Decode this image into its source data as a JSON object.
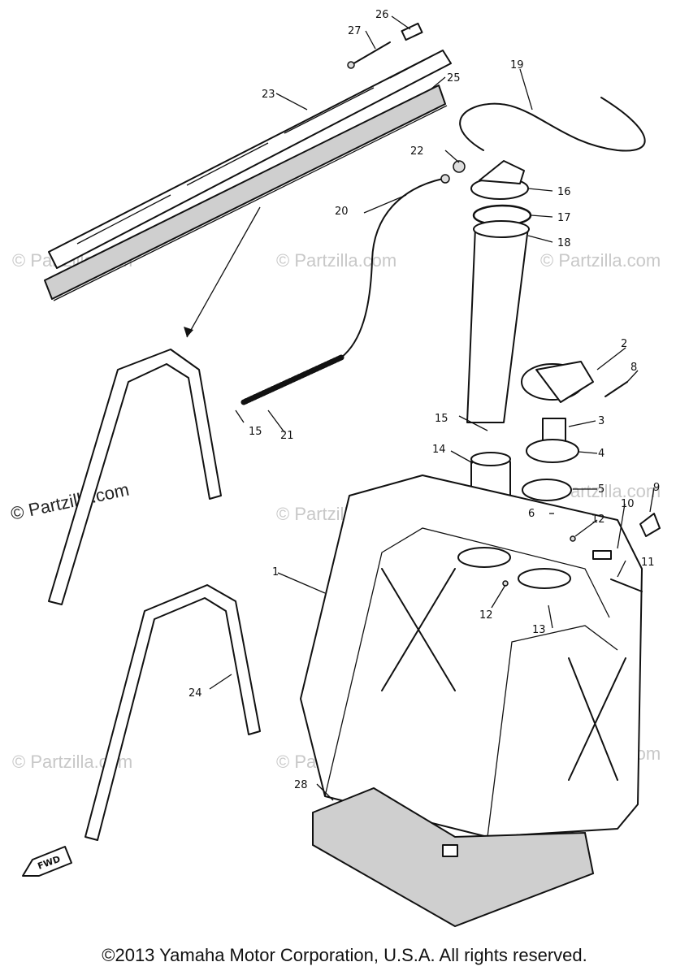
{
  "diagram": {
    "callouts": [
      {
        "id": "c1",
        "text": "1"
      },
      {
        "id": "c2",
        "text": "2"
      },
      {
        "id": "c3",
        "text": "3"
      },
      {
        "id": "c4",
        "text": "4"
      },
      {
        "id": "c5",
        "text": "5"
      },
      {
        "id": "c6",
        "text": "6"
      },
      {
        "id": "c8",
        "text": "8"
      },
      {
        "id": "c9",
        "text": "9"
      },
      {
        "id": "c10",
        "text": "10"
      },
      {
        "id": "c11",
        "text": "11"
      },
      {
        "id": "c12a",
        "text": "12"
      },
      {
        "id": "c12b",
        "text": "12"
      },
      {
        "id": "c13",
        "text": "13"
      },
      {
        "id": "c14",
        "text": "14"
      },
      {
        "id": "c15a",
        "text": "15"
      },
      {
        "id": "c15b",
        "text": "15"
      },
      {
        "id": "c16",
        "text": "16"
      },
      {
        "id": "c17",
        "text": "17"
      },
      {
        "id": "c18",
        "text": "18"
      },
      {
        "id": "c19",
        "text": "19"
      },
      {
        "id": "c20",
        "text": "20"
      },
      {
        "id": "c21",
        "text": "21"
      },
      {
        "id": "c22",
        "text": "22"
      },
      {
        "id": "c23",
        "text": "23"
      },
      {
        "id": "c24",
        "text": "24"
      },
      {
        "id": "c25",
        "text": "25"
      },
      {
        "id": "c26",
        "text": "26"
      },
      {
        "id": "c27",
        "text": "27"
      },
      {
        "id": "c28",
        "text": "28"
      }
    ],
    "fwd_label": "FWD",
    "watermark": "© Partzilla.com"
  },
  "copyright": "©2013 Yamaha Motor Corporation, U.S.A. All rights reserved."
}
